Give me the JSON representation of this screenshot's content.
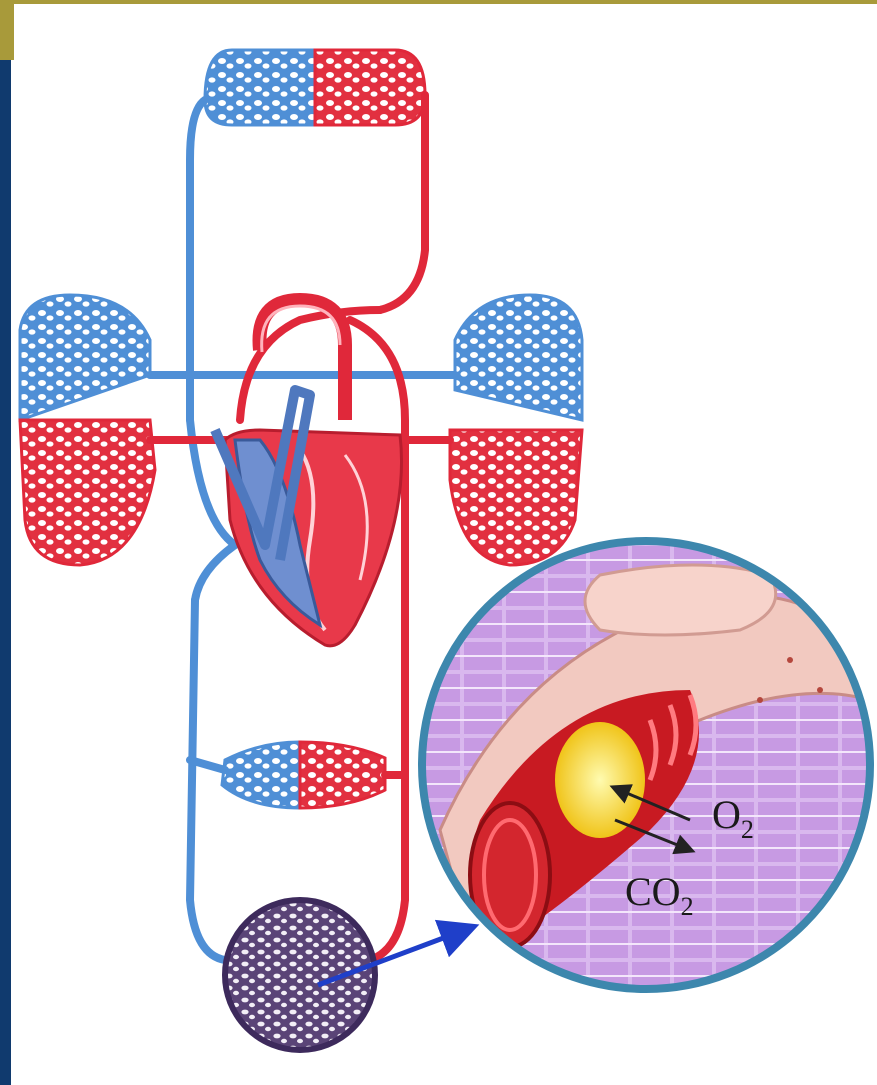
{
  "colors": {
    "frame_olive": "#a89a3a",
    "frame_navy": "#103a6e",
    "oxygenated": "#e0283a",
    "deoxygenated": "#4f8fd6",
    "capillary_fill": "#ffffff",
    "lens_ring": "#3d87ad",
    "tissue": "#5a4477",
    "arrow": "#1f3fc9"
  },
  "labels": {
    "o2": {
      "main": "O",
      "sub": "2"
    },
    "co2": {
      "main": "CO",
      "sub": "2"
    }
  }
}
